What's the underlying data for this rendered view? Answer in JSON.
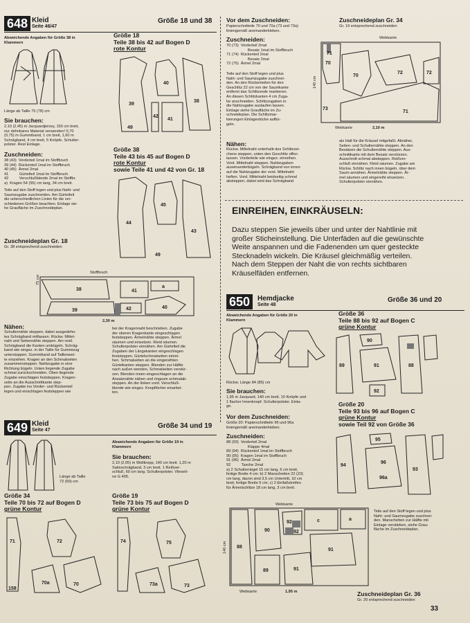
{
  "page_number": "33",
  "sec648": {
    "num": "648",
    "title": "Kleid",
    "ref": "Seite 46/47",
    "sizes": "Größe 18 und 38",
    "abw": [
      "Abweichende Angaben für Größe 38 in",
      "Klammern"
    ],
    "lengths": "Länge ab Taille 75 (78) cm",
    "brauchen_h": "Sie brauchen:",
    "brauchen": [
      "2,10 (2,45) m Jacquardjersey, 150 cm breit,",
      "nur dehnbares Material verwenden! 0,70",
      "(0,75) m Gummiband, 1 cm breit, 1,60 m",
      "Schrägband, 4 cm breit, 5 Knöpfe. Schulter-",
      "polster. Rest Einlage."
    ],
    "zusch_h": "Zuschneiden:",
    "zusch": [
      "38 (43)  Vorderteil 1mal im Stoffbruch",
      "39 (44)  Rückenteil 1mal im Stoffbruch",
      "40 (45)  Ärmel 2mal",
      "41          Gürtelteil 1mal im Stoffbruch",
      "42          Verschlußblende 2mal im Stoffbr.",
      "a)  Kragen 54 (55) cm lang, 34 cm breit."
    ],
    "teile": [
      "Teile auf den Stoff legen und plus Naht- und",
      "Saumzugabe zuschneiden. Am Gürtelteil",
      "die unterschiedlichen Linien für die ver-",
      "schiedenen Größen beachten. Einlage sie-",
      "he Graufläche im Zuschneideplan."
    ],
    "plan_h": "Zuschneideplan Gr. 18",
    "plan_sub": "Gr. 38 entsprechend zuschneiden",
    "g18_h": [
      "Größe 18",
      "Teile 38 bis 42 auf Bogen D",
      "rote Kontur"
    ],
    "g38_h": [
      "Größe 38",
      "Teile 43 bis 45 auf Bogen D",
      "rote Kontur",
      "sowie Teile 41 und 42 von Gr. 18"
    ],
    "layout": {
      "stoffbruch": "Stoffbruch",
      "width": "2,30 m",
      "height": "75 cm"
    },
    "naehen_h": "Nähen:",
    "naehen": [
      "Schulternähte steppen, dabei ausgedehn-",
      "tes Schrägband mitfassen. Rückw. Mittel-",
      "naht und Seitennähte steppen. Am restl.",
      "Schrägband die Kanten umbügeln. Schräg-",
      "band wie eingez. in der Taille für Gummizug",
      "unterstsppen. Gummiband auf Taillenwei-",
      "te einziehen. Kragen an den Schmalseiten",
      "zusammensteppen. Nahtzugabe in eine",
      "Richtung bügeln. Unten liegende Zugabe",
      "schmal zurückschneiden. Oben liegende",
      "Zugabe einschlagen feststeppen. Kragen-",
      "seite an die Ausschnittkante step-",
      "pen. Zugabe ins Vorder- und Rückenteil",
      "legen und einschlagen feststeppen wie"
    ],
    "naehen2": [
      "bei der Kragennaht beschrieben. Zugabe",
      "der oberen Kragenkante eingeschlagen",
      "feststeppen. Ärmelnähte steppen. Ärmel",
      "säumen und einsetzen. Kleid säumen.",
      "Schulterpolster einnähen. Am Gürtelteil die",
      "Zugaben der Längskanten eingeschlagen",
      "feststeppen. Gürtelschmalseiten einrei-",
      "hen. Schmalseiten an die eingereihten",
      "Gürtelkanten steppen. Blenden zur Hälfte",
      "nach außen wenden, Schmalseiten verstür-",
      "zen. Blenden innen eingeschlagen an die",
      "Ansatznähte nähen und ringsum schmalab-",
      "steppen. An der linken vord. Verschluß-",
      "blende wie eingez. Knopflöcher einarbei-",
      "ten."
    ]
  },
  "col2": {
    "vordem_h": "Vor dem Zuschneiden:",
    "vordem": [
      "Papierschnitteile 70 und 70a (73 und 73a)",
      "liniengemäß aneinanderkleben."
    ],
    "zusch_h": "Zuschneiden:",
    "zusch": [
      "70 (73)  Vorderteil 2mal",
      "Besatz 1mal im Stoffbruch",
      "71 (74)  Rückenteil 2mal",
      "Besatz 2mal",
      "72 (75)  Ärmel 2mal"
    ],
    "teile": [
      "Teile auf den Stoff legen und plus",
      "Naht- und Saumzugabe zuschnei-",
      "den. An den Rückenteilen für den",
      "Geschlitz 22 cm von der Saumkante",
      "entfernt das Schlitzende markieren.",
      "An diesen Schlitzkanten 4 cm Zuga-",
      "be anschneiden. Schlitzzugaben in",
      "die Nahtzugabe auslaufen lassen.",
      "Einlage siehe Graufläche im Zu-",
      "schneideplan. Die Schlitzmar-",
      "kierungen Einlagestücke aufbü-",
      "geln."
    ],
    "naehen_h": "Nähen:",
    "naehen": [
      "Rückw. Mittelnaht unterhalb des Schlitzzei-",
      "chens steppen, unten den Geschlitz offen",
      "lassen. Vorderteile wie eingez. einreihen.",
      "Vord. Mittelnaht steppen. Nahtzugaben",
      "auseinanderbügeln. Schrägband von innen",
      "auf die Nahtzugabe der vord. Mittelnaht",
      "heften. Vord. Mittelnaht beidseitig schmal",
      "absteppen, dabei wird das Schrägband"
    ]
  },
  "col3": {
    "plan_h": "Zuschneideplan Gr. 34",
    "plan_sub": "Gr. 19 entsprechend zuschneiden",
    "layout": {
      "webkante_top": "Webkante",
      "webkante_bot": "Webkante",
      "width": "2,10 m",
      "height": "140 cm"
    },
    "text": [
      "als Halt für die Kräusel mitgefaßt. Abnäher,",
      "Seiten- und Schulternähte steppen. An den",
      "Besätzen die Schulternähte steppen. Aus-",
      "schnittkante mit dem Besatz verstürzen.",
      "Ausschnitt schmal absteppen. Reißver-",
      "schluß einnähen. Kleid säumen. Zugabe am",
      "Rückw. Schlitz nach innen bügeln, über dem",
      "Saum annähen. Ärmelnähte steppen. Är-",
      "mel säumen und eingereiht einsetzen.",
      "Schulterpolster einnähen."
    ]
  },
  "einreihen": {
    "heading": "EINREIHEN, EINKRÄUSELN:",
    "body": [
      "Dazu steppen Sie jeweils über und unter der Nahtlinie mit",
      "großer Sticheinstellung. Die Unterfäden auf die gewünschte",
      "Weite anspannen und die Fadenenden um quer gesteckte",
      "Stecknadeln wickeln. Die Kräusel gleichmäßig verteilen.",
      "Nach dem Steppen der Naht die von rechts sichtbaren",
      "Kräuselfäden entfernen."
    ]
  },
  "sec649": {
    "num": "649",
    "title": "Kleid",
    "ref": "Seite 47",
    "sizes": "Größe 34 und 19",
    "lengths": [
      "Länge ab Taille",
      "72 (69) cm"
    ],
    "g34_h": [
      "Größe 34",
      "Teile 70 bis 72 auf Bogen D",
      "grüne Kontur"
    ],
    "abw": [
      "Abweichende Angaben für Größe 19 in",
      "Klammern"
    ],
    "brauchen_h": "Sie brauchen:",
    "brauchen": [
      "2,10 (2,05) m Wollkrepp, 140 cm breit. 1,20 m",
      "Satinschrägband, 3 cm breit. 1 Reißver-",
      "schluß, 60 cm lang. Schulterpolster. Vlieseli-",
      "ne G 405."
    ],
    "g19_h": [
      "Größe 19",
      "Teile 73 bis 75 auf Bogen D",
      "grüne Kontur"
    ]
  },
  "sec650": {
    "num": "650",
    "title": "Hemdjacke",
    "ref": "Seite 48",
    "sizes": "Größe 36 und 20",
    "abw": [
      "Abweichende Angaben für Größe 20 in",
      "Klammern"
    ],
    "lengths": "Rückw. Länge 84 (85) cm",
    "brauchen_h": "Sie brauchen:",
    "brauchen": [
      "1,95 m Jacquard, 140 cm breit. 10 Knöpfe und",
      "1 flacher Innenknopf. Schulterpolster. Einla-",
      "ge."
    ],
    "vordem_h": "Vor dem Zuschneiden:",
    "vordem": [
      "Größe 20: Papierschnitteile 96 und 96a",
      "liniengemäß aneinanderkleben."
    ],
    "zusch_h": "Zuschneiden:",
    "zusch": [
      "88 (93)  Vorderteil 2mal",
      "Klappe 4mal",
      "89 (94)  Rückenteil 1mal im Stoffbruch",
      "90 (95)  Kragen 1mal im Stoffbruch",
      "91 (96)  Ärmel 2mal",
      "92          Tasche 2mal",
      "a) 2 Schulterriegel 15 cm lang, 6 cm breit,",
      "fertige Breite 4 cm; b) 2 Manschetten 22 (23)",
      "cm lang, davon sind 3,5 cm Untertritt, 10 cm",
      "breit, fertige Breite 5 cm; c) 2 Einfaßstreifen",
      "für Ärmelschlitze 18 cm lang, 3 cm breit."
    ],
    "g36_h": [
      "Größe 36",
      "Teile 88 bis 92 auf Bogen C",
      "grüne Kontur"
    ],
    "g20_h": [
      "Größe 20",
      "Teile 93 bis 96 auf Bogen C",
      "grüne Kontur",
      "sowie Teil 92 von Größe 36"
    ],
    "teile": [
      "Teile auf den Stoff legen und plus",
      "Naht- und Saumzugabe zuschnei-",
      "den. Manschetten zur Hälfte mit",
      "Einlage verstärken, siehe Grau-",
      "fläche im Zuschneideplan."
    ],
    "layout": {
      "webkante_top": "Webkante",
      "webkante_bot": "Webkante",
      "width": "1,95 m",
      "height": "140 cm"
    },
    "plan_h": "Zuschneideplan Gr. 36",
    "plan_sub": "Gr. 20 entsprechend zuschneiden"
  }
}
